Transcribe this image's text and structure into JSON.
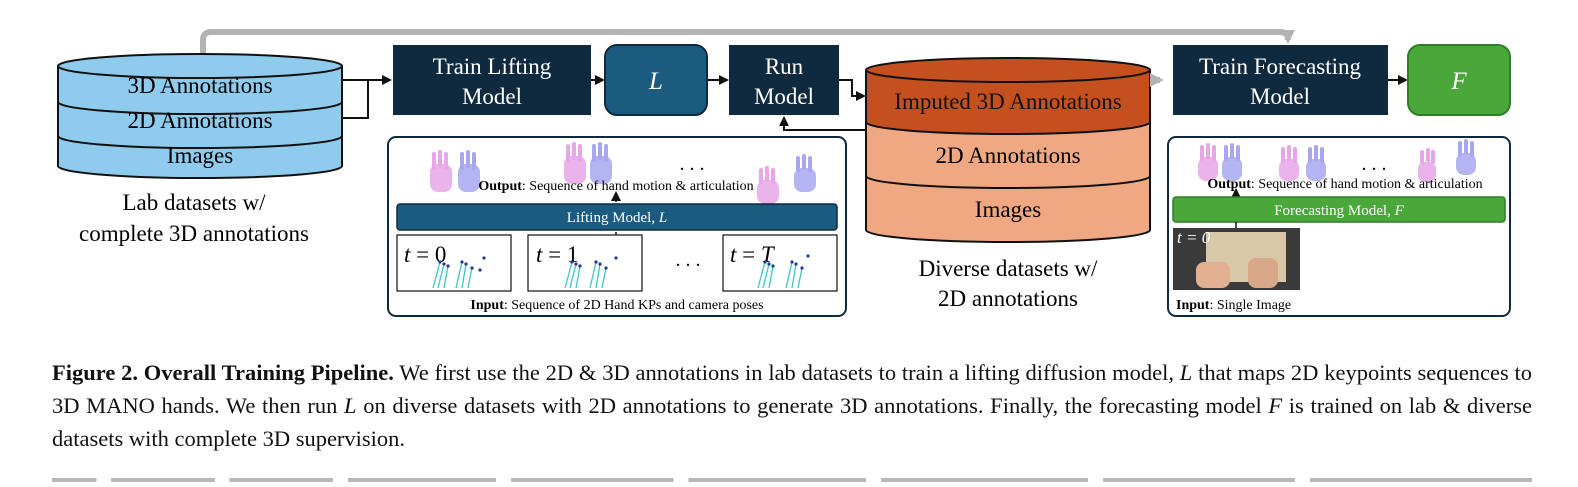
{
  "lab": {
    "layers": [
      "3D Annotations",
      "2D Annotations",
      "Images"
    ],
    "caption_line1": "Lab datasets w/",
    "caption_line2": "complete 3D annotations",
    "color": "#8ecbec"
  },
  "train_lifting": {
    "line1": "Train Lifting",
    "line2": "Model"
  },
  "lifting_output": {
    "symbol": "L"
  },
  "run_model": {
    "line1": "Run",
    "line2": "Model"
  },
  "diverse": {
    "layers": [
      "Imputed 3D Annotations",
      "2D Annotations",
      "Images"
    ],
    "caption_line1": "Diverse datasets w/",
    "caption_line2": "2D annotations",
    "top_color": "#c4501f",
    "body_color": "#f0a882"
  },
  "train_forecasting": {
    "line1": "Train Forecasting",
    "line2": "Model"
  },
  "forecasting_output": {
    "symbol": "F"
  },
  "lifting_panel": {
    "output_bold": "Output",
    "output_text": ": Sequence of hand motion & articulation",
    "dots": ". . .",
    "model_label": "Lifting Model, ",
    "model_symbol": "L",
    "frames": [
      {
        "t": "t",
        "eq": "=",
        "v": "0"
      },
      {
        "t": "t",
        "eq": "=",
        "v": "1"
      },
      {
        "t": "t",
        "eq": "=",
        "v": "T"
      }
    ],
    "frames_dots": ". . .",
    "input_bold": "Input",
    "input_text": ": Sequence of 2D Hand KPs and camera poses"
  },
  "forecasting_panel": {
    "output_bold": "Output",
    "output_text": ": Sequence of hand motion & articulation",
    "dots": ". . .",
    "model_label": "Forecasting Model, ",
    "model_symbol": "F",
    "frame_label": "t = 0",
    "input_bold": "Input",
    "input_text": ": Single Image"
  },
  "colors": {
    "dark_box": "#0f2a3f",
    "lifting_blue": "#1c5b80",
    "forecast_green": "#4aa83a",
    "hand_pink": "#e8a6e8",
    "hand_blue": "#a7a7f0",
    "arrow_gray": "#b3b3b3"
  },
  "caption": {
    "lead": "Figure 2. Overall Training Pipeline.",
    "p1": " We first use the 2D & 3D annotations in lab datasets to train a lifting diffusion model, ",
    "L1": "L",
    "p2": " that maps 2D keypoints sequences to 3D MANO hands. We then run ",
    "L2": "L",
    "p3": " on diverse datasets with 2D annotations to generate 3D annotations. Finally, the forecasting model ",
    "F": "F",
    "p4": " is trained on lab & diverse datasets with complete 3D supervision."
  }
}
